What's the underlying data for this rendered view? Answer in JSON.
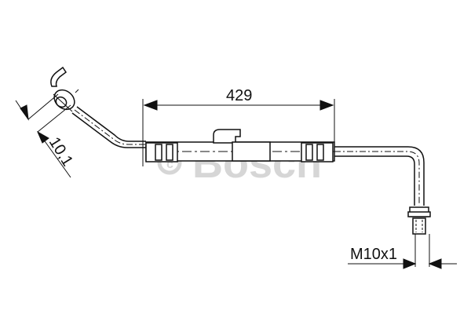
{
  "diagram": {
    "type": "technical-drawing",
    "subject": "brake hose",
    "watermark": {
      "symbol": "©",
      "text": "Bosch",
      "color": "#d6d6d6"
    },
    "dimensions": {
      "length": "429",
      "fitting_angle_size": "10,1",
      "thread": "M10x1"
    },
    "line_color": "#111111",
    "background": "#ffffff"
  }
}
